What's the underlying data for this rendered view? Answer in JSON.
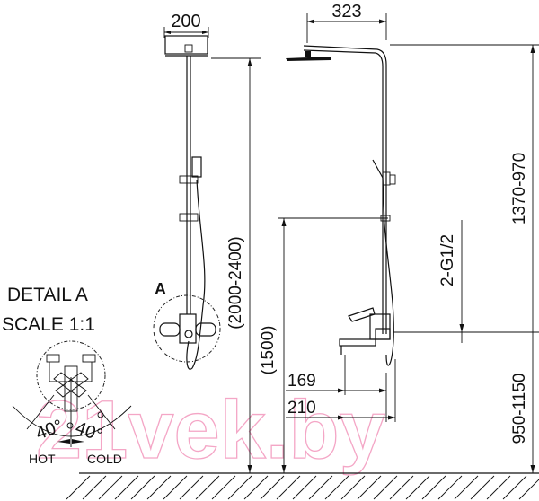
{
  "dimensions": {
    "head_width": "200",
    "arm_reach": "323",
    "total_height": "(2000-2400)",
    "mixer_height": "(1500)",
    "upper_range": "1370-970",
    "inlet_thread": "2-G1/2",
    "lower_range": "950-1150",
    "spout_169": "169",
    "spout_210": "210"
  },
  "detail": {
    "marker": "A",
    "title": "DETAIL A",
    "scale": "SCALE 1:1",
    "angle_left": "40°",
    "angle_right": "40°",
    "hot_label": "HOT",
    "cold_label": "COLD"
  },
  "watermark": "21vek.by"
}
